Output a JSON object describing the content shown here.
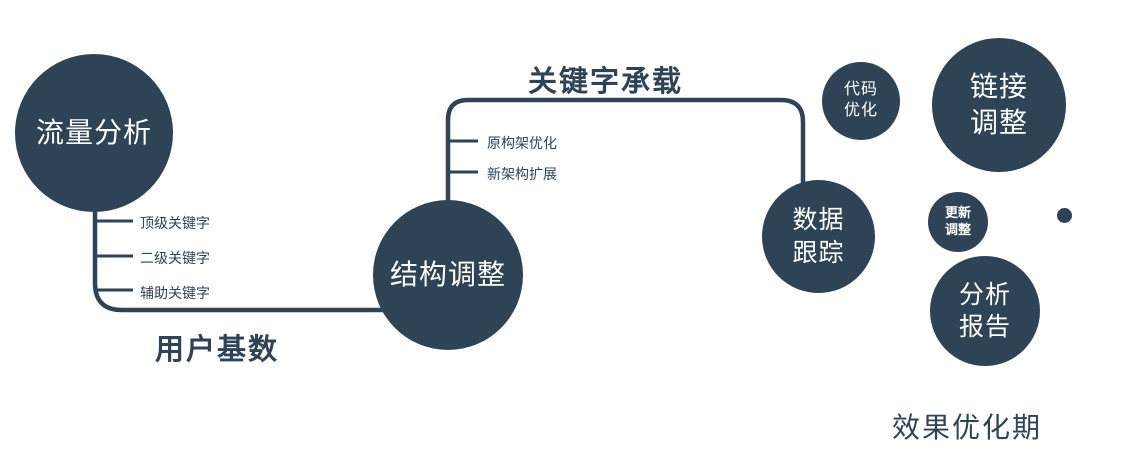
{
  "colors": {
    "primary": "#2e4355",
    "text_light": "#ffffff"
  },
  "nodes": {
    "traffic": {
      "label": "流量分析"
    },
    "structure": {
      "label": "结构调整"
    },
    "data_tracking": {
      "label": "数据\n跟踪"
    },
    "code_opt": {
      "label": "代码\n优化"
    },
    "link_adjust": {
      "label": "链接\n调整"
    },
    "update_adjust": {
      "label": "更新\n调整"
    },
    "analysis_report": {
      "label": "分析\n报告"
    }
  },
  "edge_labels": {
    "keyword_carry": "关键字承载",
    "user_base": "用户基数"
  },
  "branch_labels": {
    "left": [
      "顶级关键字",
      "二级关键字",
      "辅助关键字"
    ],
    "middle": [
      "原构架优化",
      "新架构扩展"
    ]
  },
  "caption": "效果优化期"
}
